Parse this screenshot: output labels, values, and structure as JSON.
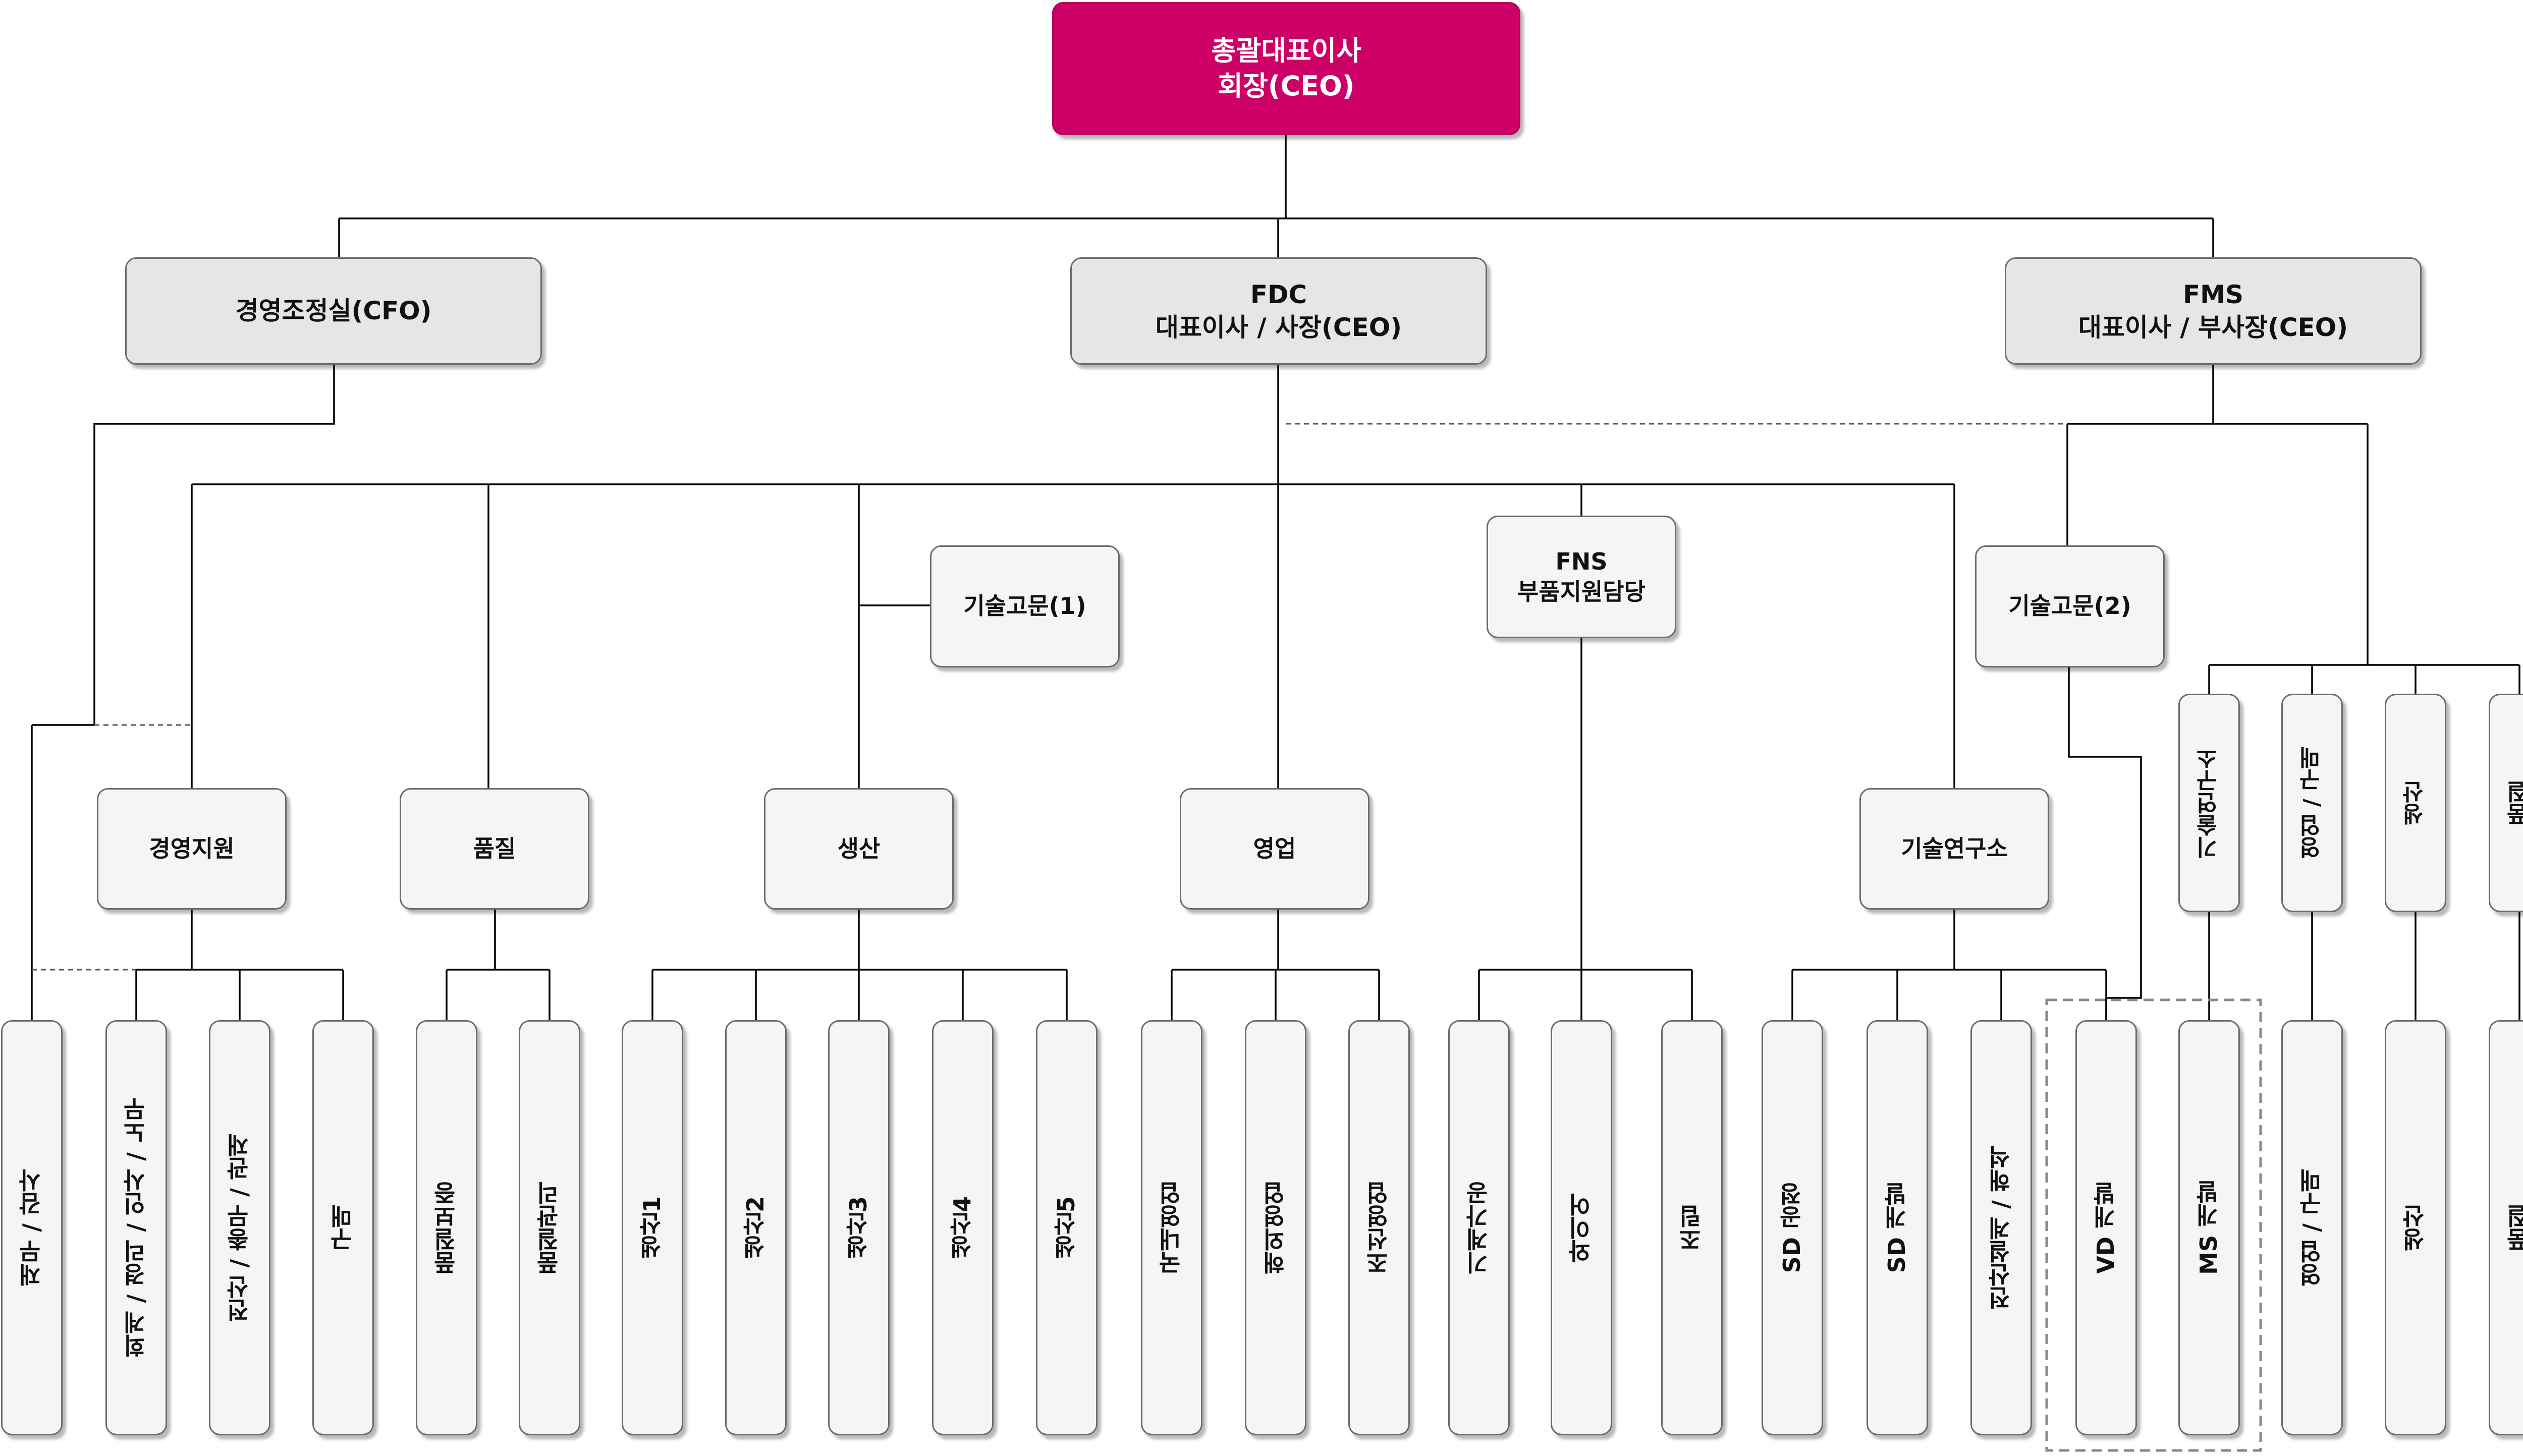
{
  "ceo": {
    "line1": "총괄대표이사",
    "line2": "회장(CEO)"
  },
  "cfo": {
    "label": "경영조정실(CFO)"
  },
  "fdc": {
    "line1": "FDC",
    "line2": "대표이사 / 사장(CEO)"
  },
  "fms": {
    "line1": "FMS",
    "line2": "대표이사 / 부사장(CEO)"
  },
  "advisor1": "기술고문(1)",
  "advisor2": "기술고문(2)",
  "fns": {
    "line1": "FNS",
    "line2": "부품지원담당"
  },
  "departments": {
    "mgmt_support": "경영지원",
    "quality": "품질",
    "production": "생산",
    "sales": "영업",
    "rnd": "기술연구소"
  },
  "fms_departments": {
    "rnd": "기술연구소",
    "sales_purchase": "영업 / 구매",
    "production": "생산",
    "quality": "품질"
  },
  "teams": {
    "finance_audit": "재무 / 감사",
    "accounting_hr": "회계 / 경리 / 인사 / 노무",
    "it_general": "전산 / 총무 / 관재",
    "purchase": "구매",
    "qa": "품질보증",
    "qc": "품질관리",
    "prod1": "생산1",
    "prod2": "생산2",
    "prod3": "생산3",
    "prod4": "생산4",
    "prod5": "생산5",
    "domestic_sales": "국내영업",
    "overseas_sales": "해외영업",
    "shipbuilding_sales": "조선영업",
    "machining": "기계가공",
    "wire": "와이어",
    "assembly": "조립",
    "sd_process": "SD 공정",
    "sd_dev": "SD 개발",
    "analysis": "전산설계 / 해석",
    "vd_dev": "VD 개발",
    "ms_dev": "MS 개발",
    "fms_sales_purchase": "영업 / 구매",
    "fms_production": "생산",
    "fms_quality": "품질"
  },
  "colors": {
    "ceo_fill": "#cc0066",
    "box_fill": "#f5f5f5",
    "level2_fill": "#e6e6e6",
    "line": "#000000"
  }
}
